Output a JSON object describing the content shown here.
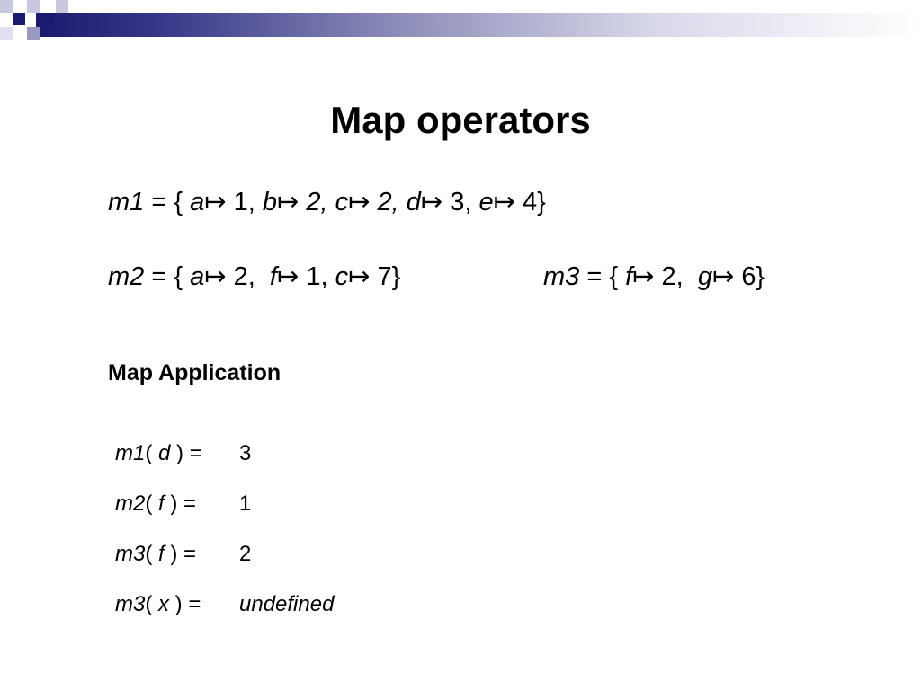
{
  "slide": {
    "title": "Map operators",
    "definitions": {
      "m1": {
        "name": "m1",
        "lhs_rest": " = { ",
        "pairs": [
          {
            "key": "a",
            "val": " 1, "
          },
          {
            "key": "b",
            "val": " 2, "
          },
          {
            "key": "c",
            "val": " 2, "
          },
          {
            "key": "d",
            "val": " 3, "
          },
          {
            "key": "e",
            "val": " 4}"
          }
        ]
      },
      "m2": {
        "name": "m2",
        "lhs_rest": " = { ",
        "pairs": [
          {
            "key": "a",
            "val": " 2,  "
          },
          {
            "key": "f",
            "val": " 1, "
          },
          {
            "key": "c",
            "val": " 7}"
          }
        ]
      },
      "m3": {
        "name": "m3",
        "lhs_rest": " = { ",
        "pairs": [
          {
            "key": "f",
            "val": " 2,  "
          },
          {
            "key": "g",
            "val": " 6}"
          }
        ]
      },
      "arrow": "↦"
    },
    "subtitle": "Map Application",
    "applications": [
      {
        "map": "m1",
        "open": "( ",
        "arg": "d",
        "close": " ) =",
        "result": "3"
      },
      {
        "map": "m2",
        "open": "( ",
        "arg": "f",
        "close": " ) =",
        "result": "1"
      },
      {
        "map": "m3",
        "open": "( ",
        "arg": "f",
        "close": " ) =",
        "result": "2"
      },
      {
        "map": "m3",
        "open": "( ",
        "arg": "x",
        "close": " ) =",
        "result": "undefined"
      }
    ]
  },
  "theme": {
    "accent": "#1a1a6e",
    "accent_light": "#c8c8e0"
  }
}
